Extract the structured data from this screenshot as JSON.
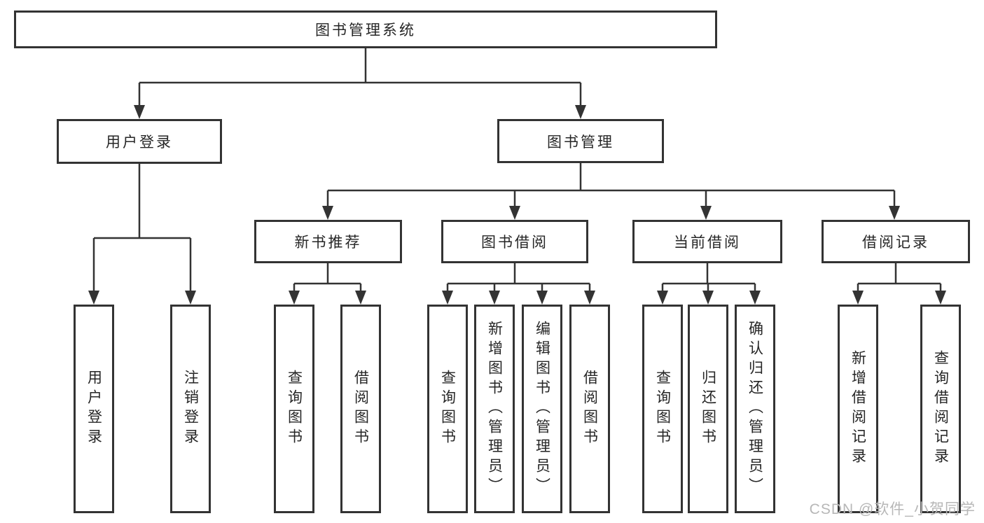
{
  "colors": {
    "line": "#333333",
    "box_border": "#333333",
    "box_fill": "#ffffff",
    "text": "#262626",
    "watermark": "#b7b7b7"
  },
  "watermark": {
    "text": "CSDN @软件_小贺同学"
  },
  "diagram": {
    "type": "hierarchy-tree",
    "root": {
      "label": "图书管理系统"
    },
    "branches": [
      {
        "label": "用户登录",
        "children": [
          {
            "label": "用户登录"
          },
          {
            "label": "注销登录"
          }
        ]
      },
      {
        "label": "图书管理",
        "children": [
          {
            "label": "新书推荐",
            "children": [
              {
                "label": "查询图书"
              },
              {
                "label": "借阅图书"
              }
            ]
          },
          {
            "label": "图书借阅",
            "children": [
              {
                "label": "查询图书"
              },
              {
                "label": "新增图书（管理员）"
              },
              {
                "label": "编辑图书（管理员）"
              },
              {
                "label": "借阅图书"
              }
            ]
          },
          {
            "label": "当前借阅",
            "children": [
              {
                "label": "查询图书"
              },
              {
                "label": "归还图书"
              },
              {
                "label": "确认归还（管理员）"
              }
            ]
          },
          {
            "label": "借阅记录",
            "children": [
              {
                "label": "新增借阅记录"
              },
              {
                "label": "查询借阅记录"
              }
            ]
          }
        ]
      }
    ]
  }
}
